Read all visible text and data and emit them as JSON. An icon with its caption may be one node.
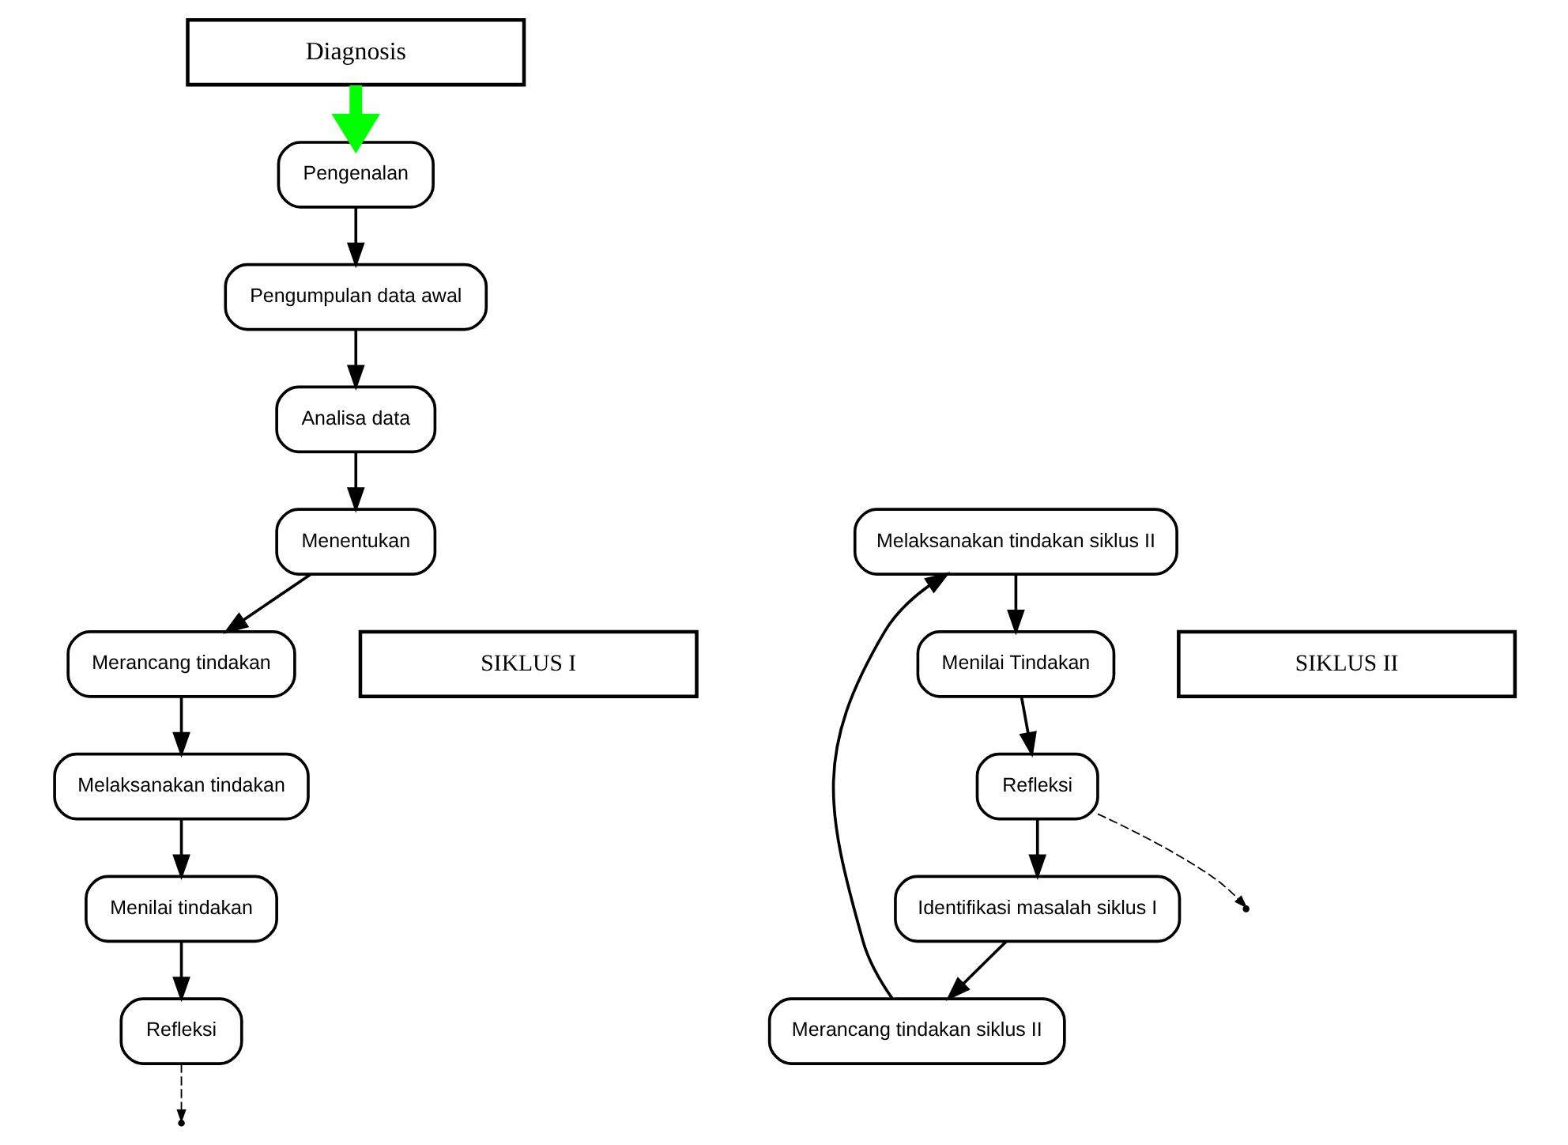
{
  "diagram": {
    "nodes": [
      {
        "text": [
          "Diagnosis"
        ]
      },
      {
        "text": [
          "Refleksi"
        ]
      },
      {
        "text": [
          "Menilai tindakan"
        ]
      },
      {
        "text": [
          "Melaksanakan tindakan"
        ]
      },
      {
        "text": [
          "Merancang tindakan"
        ]
      },
      {
        "text": [
          "Menentukan"
        ]
      },
      {
        "text": [
          "Pengenalan"
        ]
      },
      {
        "text": [
          "Pengumpulan data awal"
        ]
      },
      {
        "text": [
          "Analisa data"
        ]
      },
      {
        "text": [
          "Refleksi"
        ]
      },
      {
        "text": [
          "Identifikasi masalah siklus I"
        ]
      },
      {
        "text": [
          "Menilai Tindakan"
        ]
      },
      {
        "text": [
          "Merancang tindakan siklus II"
        ]
      },
      {
        "text": [
          "Melaksanakan tindakan siklus II"
        ]
      },
      {
        "text": [
          "SIKLUS I"
        ]
      },
      {
        "text": [
          "SIKLUS II"
        ]
      }
    ],
    "edges": [
      {
        "from": 0,
        "to": 6,
        "arrow": "to",
        "style": "thick",
        "color": "#00ff00"
      },
      {
        "from": 6,
        "to": 7,
        "arrow": "to"
      },
      {
        "from": 7,
        "to": 8,
        "arrow": "to"
      },
      {
        "from": 8,
        "to": 5,
        "arrow": "to"
      },
      {
        "from": 5,
        "to": 4,
        "arrow": "to"
      },
      {
        "from": 4,
        "to": 3,
        "arrow": "to"
      },
      {
        "from": 3,
        "to": 2,
        "arrow": "to"
      },
      {
        "from": 2,
        "to": 1,
        "arrow": "to"
      },
      {
        "from": 1,
        "to": null,
        "arrow": "to",
        "style": "dashed"
      },
      {
        "from": 9,
        "to": 10,
        "arrow": "to"
      },
      {
        "from": 10,
        "to": 12,
        "arrow": "to"
      },
      {
        "from": 12,
        "to": 13,
        "arrow": "to"
      },
      {
        "from": 13,
        "to": 11,
        "arrow": "to"
      },
      {
        "from": 11,
        "to": 9,
        "arrow": "to"
      },
      {
        "from": 9,
        "to": null,
        "arrow": "to",
        "style": "dashed"
      }
    ]
  }
}
